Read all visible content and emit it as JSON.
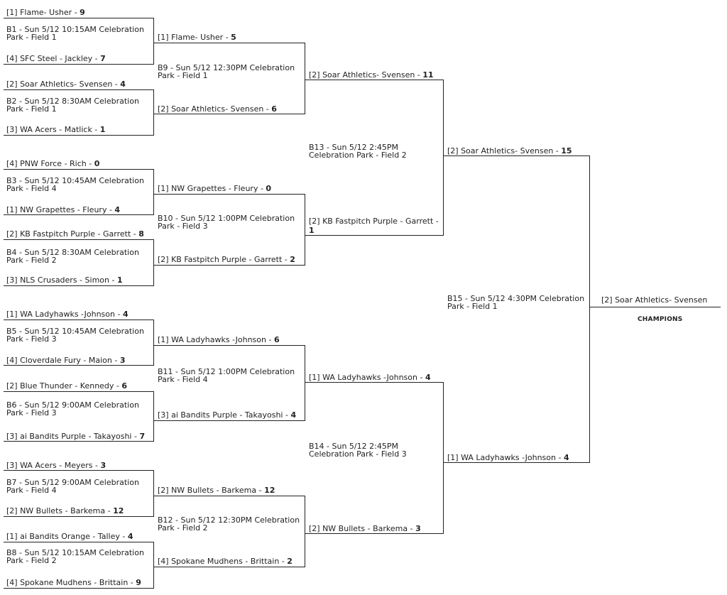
{
  "champion": {
    "team": "[2] Soar Athletics- Svensen",
    "label": "CHAMPIONS"
  },
  "round1": [
    {
      "game": "B1 - Sun 5/12 10:15AM Celebration Park - Field 1",
      "top": {
        "team": "[1] Flame- Usher - ",
        "score": "9"
      },
      "bottom": {
        "team": "[4] SFC Steel - Jackley - ",
        "score": "7"
      }
    },
    {
      "game": "B2 - Sun 5/12 8:30AM Celebration Park - Field 1",
      "top": {
        "team": "[2] Soar Athletics- Svensen - ",
        "score": "4"
      },
      "bottom": {
        "team": "[3] WA Acers - Matlick - ",
        "score": "1"
      }
    },
    {
      "game": "B3 - Sun 5/12 10:45AM Celebration Park - Field 4",
      "top": {
        "team": "[4] PNW Force - Rich - ",
        "score": "0"
      },
      "bottom": {
        "team": "[1] NW Grapettes - Fleury - ",
        "score": "4"
      }
    },
    {
      "game": "B4 - Sun 5/12 8:30AM Celebration Park - Field 2",
      "top": {
        "team": "[2] KB Fastpitch Purple - Garrett - ",
        "score": "8"
      },
      "bottom": {
        "team": "[3] NLS Crusaders - Simon - ",
        "score": "1"
      }
    },
    {
      "game": "B5 - Sun 5/12 10:45AM Celebration Park - Field 3",
      "top": {
        "team": "[1] WA Ladyhawks -Johnson - ",
        "score": "4"
      },
      "bottom": {
        "team": "[4] Cloverdale Fury - Maion - ",
        "score": "3"
      }
    },
    {
      "game": "B6 - Sun 5/12 9:00AM Celebration Park - Field 3",
      "top": {
        "team": "[2] Blue Thunder - Kennedy - ",
        "score": "6"
      },
      "bottom": {
        "team": "[3] ai Bandits Purple - Takayoshi - ",
        "score": "7"
      }
    },
    {
      "game": "B7 - Sun 5/12 9:00AM Celebration Park - Field 4",
      "top": {
        "team": "[3] WA Acers - Meyers - ",
        "score": "3"
      },
      "bottom": {
        "team": "[2] NW Bullets - Barkema - ",
        "score": "12"
      }
    },
    {
      "game": "B8 - Sun 5/12 10:15AM Celebration Park - Field 2",
      "top": {
        "team": "[1] ai Bandits Orange - Talley - ",
        "score": "4"
      },
      "bottom": {
        "team": "[4] Spokane Mudhens - Brittain - ",
        "score": "9"
      }
    }
  ],
  "round2": [
    {
      "game": "B9 - Sun 5/12 12:30PM Celebration Park - Field 1",
      "top": {
        "team": "[1] Flame- Usher - ",
        "score": "5"
      },
      "bottom": {
        "team": "[2] Soar Athletics- Svensen - ",
        "score": "6"
      }
    },
    {
      "game": "B10 - Sun 5/12 1:00PM Celebration Park - Field 3",
      "top": {
        "team": "[1] NW Grapettes - Fleury - ",
        "score": "0"
      },
      "bottom": {
        "team": "[2] KB Fastpitch Purple - Garrett - ",
        "score": "2"
      }
    },
    {
      "game": "B11 - Sun 5/12 1:00PM Celebration Park - Field 4",
      "top": {
        "team": "[1] WA Ladyhawks -Johnson - ",
        "score": "6"
      },
      "bottom": {
        "team": "[3] ai Bandits Purple - Takayoshi - ",
        "score": "4"
      }
    },
    {
      "game": "B12 - Sun 5/12 12:30PM Celebration Park - Field 2",
      "top": {
        "team": "[2] NW Bullets - Barkema - ",
        "score": "12"
      },
      "bottom": {
        "team": "[4] Spokane Mudhens - Brittain - ",
        "score": "2"
      }
    }
  ],
  "round3": [
    {
      "game": "B13 - Sun 5/12 2:45PM Celebration Park - Field 2",
      "top": {
        "team": "[2] Soar Athletics- Svensen - ",
        "score": "11"
      },
      "bottom": {
        "team": "[2] KB Fastpitch Purple - Garrett - ",
        "score": "1"
      }
    },
    {
      "game": "B14 - Sun 5/12 2:45PM Celebration Park - Field 3",
      "top": {
        "team": "[1] WA Ladyhawks -Johnson - ",
        "score": "4"
      },
      "bottom": {
        "team": "[2] NW Bullets - Barkema - ",
        "score": "3"
      }
    }
  ],
  "final": {
    "game": "B15 - Sun 5/12 4:30PM Celebration Park - Field 1",
    "top": {
      "team": "[2] Soar Athletics- Svensen - ",
      "score": "15"
    },
    "bottom": {
      "team": "[1] WA Ladyhawks -Johnson - ",
      "score": "4"
    }
  }
}
